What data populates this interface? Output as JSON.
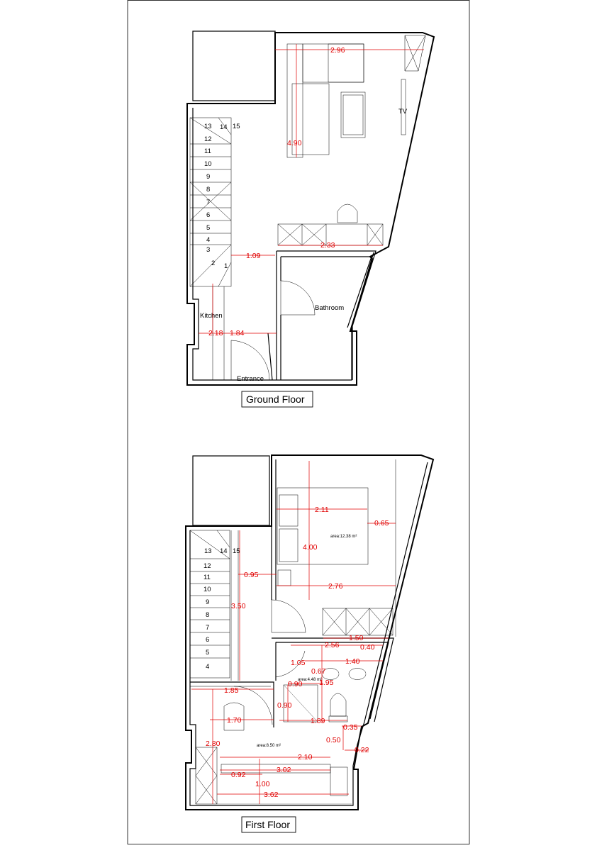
{
  "ground": {
    "title": "Ground Floor",
    "rooms": {
      "kitchen": "Kitchen",
      "bathroom": "Bathroom",
      "entrance": "Entrance",
      "tv": "TV"
    },
    "stairs": [
      "1",
      "2",
      "3",
      "4",
      "5",
      "6",
      "7",
      "8",
      "9",
      "10",
      "11",
      "12",
      "13",
      "14",
      "15"
    ],
    "dims": {
      "d1": "2.96",
      "d2": "4.90",
      "d3": "2.33",
      "d4": "1.09",
      "d5": "2.18",
      "d6": "1.84"
    }
  },
  "first": {
    "title": "First Floor",
    "stairs": [
      "4",
      "5",
      "6",
      "7",
      "8",
      "9",
      "10",
      "11",
      "12",
      "13",
      "14",
      "15"
    ],
    "areas": {
      "bedroom": "area:12.38 m²",
      "bath": "area:4.48 m²",
      "lower": "area:8.50 m²"
    },
    "dims": {
      "d211": "2.11",
      "d065": "0.65",
      "d400": "4.00",
      "d095": "0.95",
      "d276": "2.76",
      "d350": "3.50",
      "d150": "1.50",
      "d256": "2.56",
      "d040": "0.40",
      "d105": "1.05",
      "d140": "1.40",
      "d067": "0.67",
      "d195": "1.95",
      "d090a": "0.90",
      "d185": "1.85",
      "d090b": "0.90",
      "d170": "1.70",
      "d189": "1.89",
      "d035": "0.35",
      "d050": "0.50",
      "d022": "0.22",
      "d280": "2.80",
      "d210": "2.10",
      "d302": "3.02",
      "d092": "0.92",
      "d100": "1.00",
      "d362": "3.62"
    }
  }
}
